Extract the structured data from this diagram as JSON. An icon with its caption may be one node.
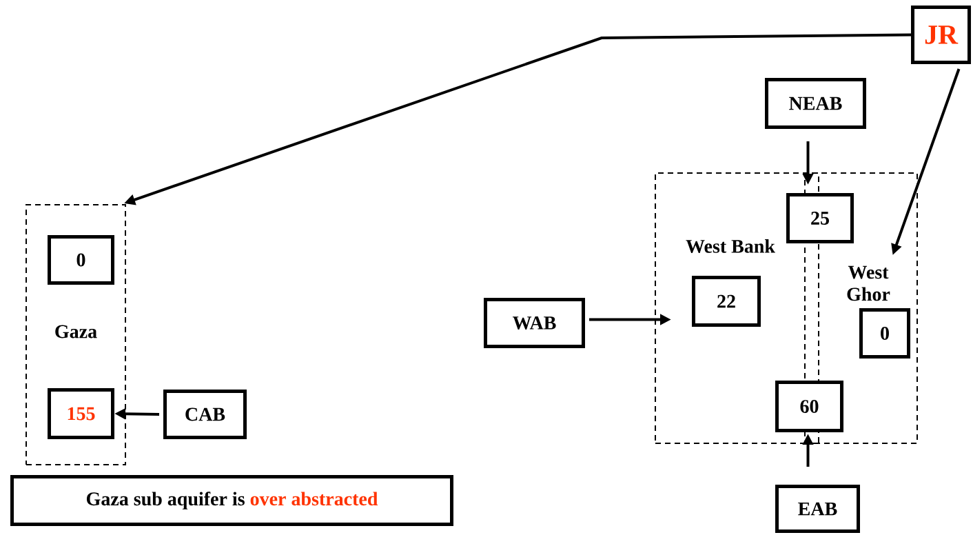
{
  "diagram": {
    "nodes": [
      {
        "text": [
          "Gaza"
        ]
      },
      {
        "text": [
          "0"
        ],
        "in": 0
      },
      {
        "text": [
          "155"
        ],
        "in": 0
      },
      {
        "text": [
          "CAB"
        ]
      },
      {
        "text": [
          "Gaza sub aquifer is",
          "over abstracted"
        ]
      },
      {
        "text": [
          "JR"
        ]
      },
      {
        "text": [
          "NEAB"
        ]
      },
      {
        "text": [
          "West Bank"
        ]
      },
      {
        "text": [
          "West Ghor"
        ]
      },
      {
        "text": [
          "25"
        ]
      },
      {
        "text": [
          "22"
        ],
        "in": 7
      },
      {
        "text": [
          "0"
        ],
        "in": 8
      },
      {
        "text": [
          "60"
        ]
      },
      {
        "text": [
          "WAB"
        ]
      },
      {
        "text": [
          "EAB"
        ]
      }
    ],
    "edges": [
      {
        "from": 5,
        "to": 0,
        "arrow": "to"
      },
      {
        "from": 3,
        "to": 2,
        "arrow": "to"
      },
      {
        "from": 6,
        "to": 9,
        "arrow": "to"
      },
      {
        "from": 5,
        "to": 8,
        "arrow": "to"
      },
      {
        "from": 13,
        "to": 7,
        "arrow": "to"
      },
      {
        "from": 14,
        "to": 12,
        "arrow": "to"
      }
    ]
  }
}
